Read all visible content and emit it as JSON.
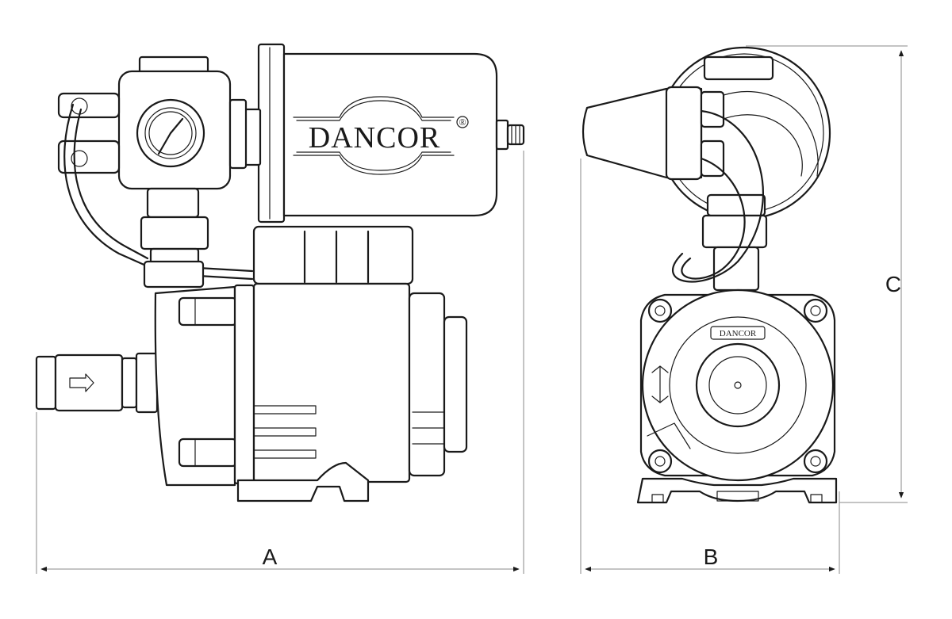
{
  "brand": {
    "logo_text": "DANCOR",
    "registered_mark": "®"
  },
  "dimensions": {
    "width_label": "A",
    "depth_label": "B",
    "height_label": "C"
  },
  "colors": {
    "line": "#1a1a1a",
    "dimension_line": "#8a8a8a",
    "background": "#ffffff"
  },
  "views": [
    "side-view",
    "front-view"
  ]
}
